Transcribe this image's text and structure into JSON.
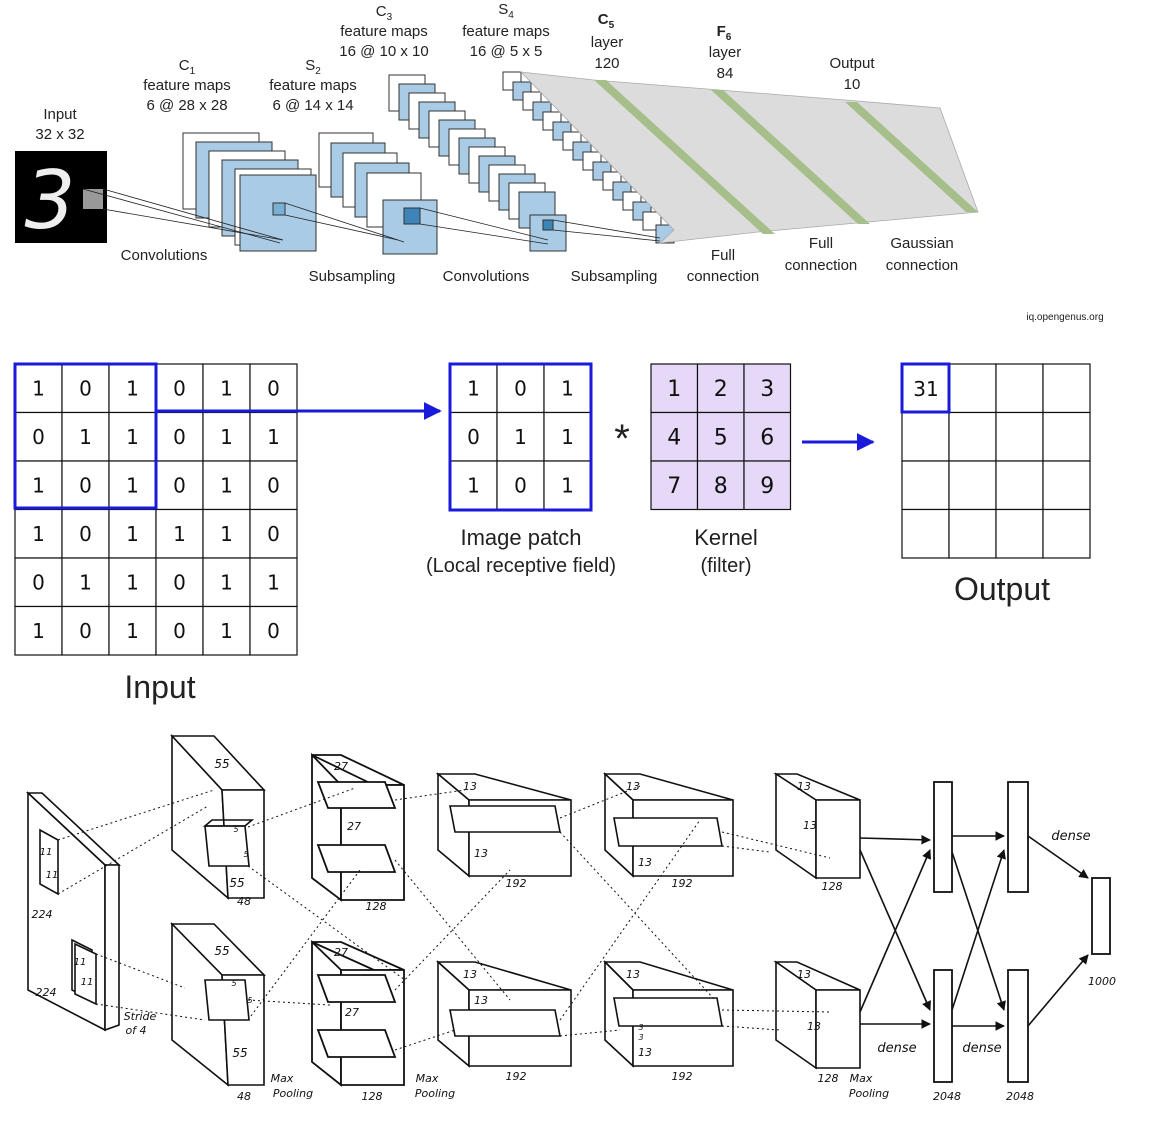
{
  "lenet": {
    "input_label": "Input",
    "input_size": "32 x 32",
    "c1_title": "C",
    "c1_sub": "1",
    "c1_line2": "feature maps",
    "c1_line3": "6 @ 28 x 28",
    "s2_title": "S",
    "s2_sub": "2",
    "s2_line2": "feature maps",
    "s2_line3": "6 @ 14 x 14",
    "c3_title": "C",
    "c3_sub": "3",
    "c3_line2": "feature maps",
    "c3_line3": "16 @ 10 x 10",
    "s4_title": "S",
    "s4_sub": "4",
    "s4_line2": "feature maps",
    "s4_line3": "16 @ 5 x 5",
    "c5_title": "C",
    "c5_sub": "5",
    "c5_line2": "layer",
    "c5_line3": "120",
    "f6_title": "F",
    "f6_sub": "6",
    "f6_line2": "layer",
    "f6_line3": "84",
    "out_line1": "Output",
    "out_line2": "10",
    "op_conv1": "Convolutions",
    "op_sub1": "Subsampling",
    "op_conv2": "Convolutions",
    "op_sub2": "Subsampling",
    "op_full1_a": "Full",
    "op_full1_b": "connection",
    "op_full2_a": "Full",
    "op_full2_b": "connection",
    "op_gauss_a": "Gaussian",
    "op_gauss_b": "connection",
    "credit": "iq.opengenus.org",
    "digit": "3"
  },
  "convolution": {
    "input_grid": [
      [
        "1",
        "0",
        "1",
        "0",
        "1",
        "0"
      ],
      [
        "0",
        "1",
        "1",
        "0",
        "1",
        "1"
      ],
      [
        "1",
        "0",
        "1",
        "0",
        "1",
        "0"
      ],
      [
        "1",
        "0",
        "1",
        "1",
        "1",
        "0"
      ],
      [
        "0",
        "1",
        "1",
        "0",
        "1",
        "1"
      ],
      [
        "1",
        "0",
        "1",
        "0",
        "1",
        "0"
      ]
    ],
    "input_label": "Input",
    "patch_grid": [
      [
        "1",
        "0",
        "1"
      ],
      [
        "0",
        "1",
        "1"
      ],
      [
        "1",
        "0",
        "1"
      ]
    ],
    "patch_label_1": "Image patch",
    "patch_label_2": "(Local receptive field)",
    "operator": "*",
    "kernel_grid": [
      [
        "1",
        "2",
        "3"
      ],
      [
        "4",
        "5",
        "6"
      ],
      [
        "7",
        "8",
        "9"
      ]
    ],
    "kernel_label_1": "Kernel",
    "kernel_label_2": "(filter)",
    "output_value": "31",
    "output_label": "Output",
    "colors": {
      "blue": "#1a1adb",
      "kernel_fill": "#e6d9f7"
    }
  },
  "alexnet": {
    "input_224_a": "224",
    "input_224_b": "224",
    "k11_a": "11",
    "k11_b": "11",
    "k11_c": "11",
    "k11_d": "11",
    "stride_1": "Stride",
    "stride_2": "of 4",
    "l1_55_top": "55",
    "l1_55_mid": "55",
    "l1_5": "5",
    "l1_5b": "5",
    "l1_48_top": "48",
    "l1b_55_top": "55",
    "l1b_55_mid": "55",
    "l1b_5": "5",
    "l1b_5b": "5",
    "l1b_48": "48",
    "maxpool1_a": "Max",
    "maxpool1_b": "Pooling",
    "l2_27_top": "27",
    "l2_27_mid": "27",
    "l2_128_top": "128",
    "l2b_27_top": "27",
    "l2b_27_mid": "27",
    "l2b_128": "128",
    "maxpool2_a": "Max",
    "maxpool2_b": "Pooling",
    "l3_13_a": "13",
    "l3_13_b": "13",
    "l3_192_top": "192",
    "l3b_13_a": "13",
    "l3b_13_b": "13",
    "l3b_192": "192",
    "l4_13_a": "13",
    "l4_13_b": "13",
    "l4_192_top": "192",
    "l4b_13_a": "13",
    "l4b_13_b": "13",
    "l4b_192": "192",
    "l4_3": "3",
    "l4b_3": "3",
    "l5_13_a": "13",
    "l5_13_b": "13",
    "l5_128_top": "128",
    "l5b_13_a": "13",
    "l5b_13_b": "13",
    "l5b_128": "128",
    "maxpool3_a": "Max",
    "maxpool3_b": "Pooling",
    "dense_1": "dense",
    "dense_2": "dense",
    "dense_3": "dense",
    "fc_2048_a": "2048",
    "fc_2048_b": "2048",
    "out_1000": "1000"
  }
}
